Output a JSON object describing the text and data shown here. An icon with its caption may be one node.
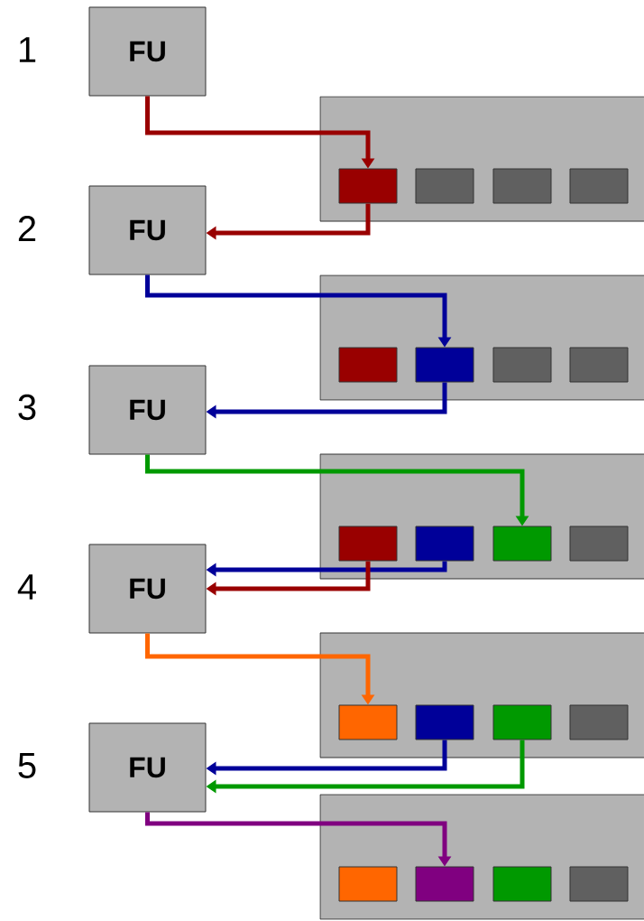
{
  "diagram": {
    "nodes": [
      {
        "text": [
          "FU"
        ]
      },
      {
        "text": [],
        "shape": "box"
      },
      {
        "text": [],
        "shape": "box",
        "in": 1
      },
      {
        "text": [],
        "shape": "box",
        "in": 1
      },
      {
        "text": [],
        "shape": "box",
        "in": 1
      },
      {
        "text": [],
        "shape": "box",
        "in": 1
      },
      {
        "text": [
          "FU"
        ]
      },
      {
        "text": [],
        "shape": "box"
      },
      {
        "text": [],
        "shape": "box",
        "in": 7
      },
      {
        "text": [],
        "shape": "box",
        "in": 7
      },
      {
        "text": [],
        "shape": "box",
        "in": 7
      },
      {
        "text": [],
        "shape": "box",
        "in": 7
      },
      {
        "text": [
          "FU"
        ]
      },
      {
        "text": [],
        "shape": "box"
      },
      {
        "text": [],
        "shape": "box",
        "in": 13
      },
      {
        "text": [],
        "shape": "box",
        "in": 13
      },
      {
        "text": [],
        "shape": "box",
        "in": 13
      },
      {
        "text": [],
        "shape": "box",
        "in": 13
      },
      {
        "text": [
          "FU"
        ]
      },
      {
        "text": [],
        "shape": "box"
      },
      {
        "text": [],
        "shape": "box",
        "in": 19
      },
      {
        "text": [],
        "shape": "box",
        "in": 19
      },
      {
        "text": [],
        "shape": "box",
        "in": 19
      },
      {
        "text": [],
        "shape": "box",
        "in": 19
      },
      {
        "text": [
          "FU"
        ]
      },
      {
        "text": [],
        "shape": "box"
      },
      {
        "text": [],
        "shape": "box",
        "in": 25
      },
      {
        "text": [],
        "shape": "box",
        "in": 25
      },
      {
        "text": [],
        "shape": "box",
        "in": 25
      },
      {
        "text": [],
        "shape": "box",
        "in": 25
      }
    ],
    "edges": [
      {
        "from": 0,
        "to": 2,
        "arrow": "to",
        "color": "#990000"
      },
      {
        "from": 2,
        "to": 6,
        "arrow": "to",
        "color": "#990000"
      },
      {
        "from": 6,
        "to": 9,
        "arrow": "to",
        "color": "#000099"
      },
      {
        "from": 9,
        "to": 12,
        "arrow": "to",
        "color": "#000099"
      },
      {
        "from": 12,
        "to": 16,
        "arrow": "to",
        "color": "#009900"
      },
      {
        "from": 15,
        "to": 18,
        "arrow": "to",
        "color": "#000099"
      },
      {
        "from": 14,
        "to": 18,
        "arrow": "to",
        "color": "#990000"
      },
      {
        "from": 18,
        "to": 20,
        "arrow": "to",
        "color": "#ff6600"
      },
      {
        "from": 21,
        "to": 24,
        "arrow": "to",
        "color": "#000099"
      },
      {
        "from": 22,
        "to": 24,
        "arrow": "to",
        "color": "#009900"
      },
      {
        "from": 24,
        "to": 27,
        "arrow": "to",
        "color": "#800080"
      }
    ],
    "labels": [
      "1",
      "2",
      "3",
      "4",
      "5"
    ]
  }
}
